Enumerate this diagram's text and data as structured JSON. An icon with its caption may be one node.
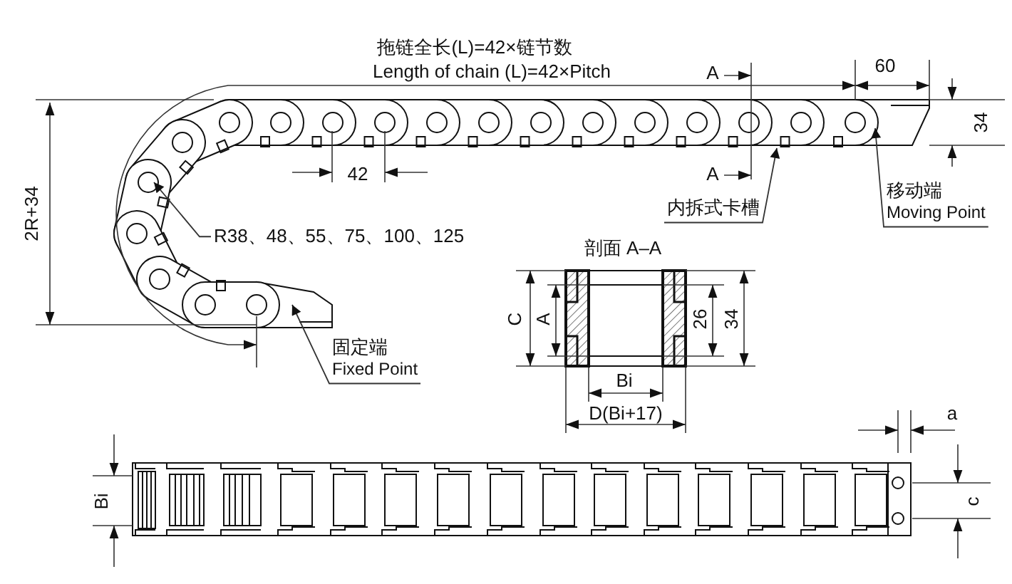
{
  "diagram": {
    "nodes": [
      {
        "text": [
          "R38、48、55、75、100、125"
        ]
      },
      {
        "text": [
          "固定端",
          "Fixed Point"
        ]
      },
      {
        "text": [
          "内拆式卡槽"
        ]
      },
      {
        "text": [
          "移动端",
          "Moving Point"
        ]
      }
    ],
    "edges": [
      {
        "from": 0,
        "to": null,
        "arrow": "to"
      },
      {
        "from": 1,
        "to": null,
        "arrow": "to"
      },
      {
        "from": 2,
        "to": null,
        "arrow": "to"
      },
      {
        "from": 3,
        "to": null,
        "arrow": "to"
      }
    ],
    "labels": [
      "拖链全长(L)=42×链节数",
      "Length of chain (L)=42×Pitch",
      "A",
      "60",
      "34",
      "42",
      "A",
      "2R+34",
      "剖面 A–A",
      "C",
      "A",
      "26",
      "34",
      "Bi",
      "D(Bi+17)",
      "a",
      "Bi",
      "c"
    ]
  }
}
